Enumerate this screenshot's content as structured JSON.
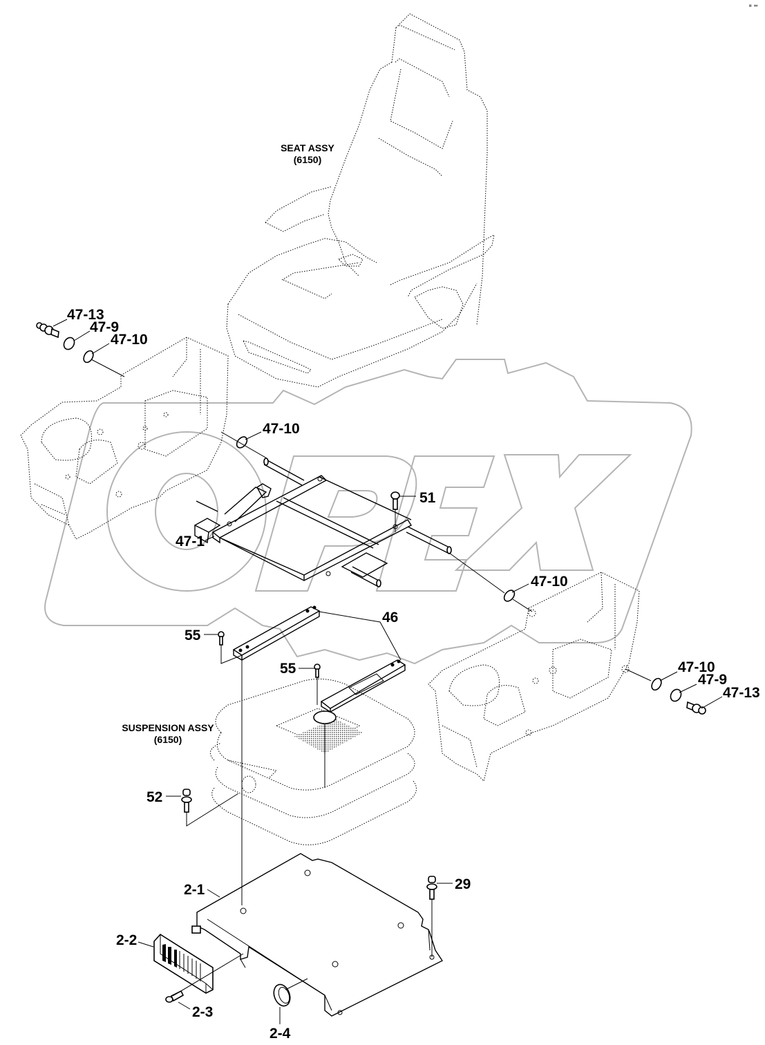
{
  "diagram": {
    "title": "Seat and suspension mounting – exploded parts view",
    "watermark": "OPEX",
    "assemblies": [
      {
        "id": "seat",
        "name": "SEAT ASSY",
        "code": "(6150)"
      },
      {
        "id": "suspension",
        "name": "SUSPENSION ASSY",
        "code": "(6150)"
      }
    ],
    "callouts": {
      "c47_13_left": "47-13",
      "c47_9_left": "47-9",
      "c47_10_left_top": "47-10",
      "c47_10_left_mid": "47-10",
      "c51": "51",
      "c47_1": "47-1",
      "c47_10_right_top": "47-10",
      "c46": "46",
      "c55_left": "55",
      "c55_right": "55",
      "c47_10_right": "47-10",
      "c47_9_right": "47-9",
      "c47_13_right": "47-13",
      "c52": "52",
      "c29": "29",
      "c2_1": "2-1",
      "c2_2": "2-2",
      "c2_3": "2-3",
      "c2_4": "2-4"
    },
    "parts": [
      {
        "ref": "47-13",
        "kind": "bolt"
      },
      {
        "ref": "47-9",
        "kind": "washer"
      },
      {
        "ref": "47-10",
        "kind": "ring"
      },
      {
        "ref": "47-1",
        "kind": "frame"
      },
      {
        "ref": "51",
        "kind": "bolt"
      },
      {
        "ref": "46",
        "kind": "rail"
      },
      {
        "ref": "55",
        "kind": "bolt"
      },
      {
        "ref": "52",
        "kind": "bolt"
      },
      {
        "ref": "29",
        "kind": "bolt"
      },
      {
        "ref": "2-1",
        "kind": "plate"
      },
      {
        "ref": "2-2",
        "kind": "grille"
      },
      {
        "ref": "2-3",
        "kind": "screw"
      },
      {
        "ref": "2-4",
        "kind": "grommet"
      }
    ]
  }
}
